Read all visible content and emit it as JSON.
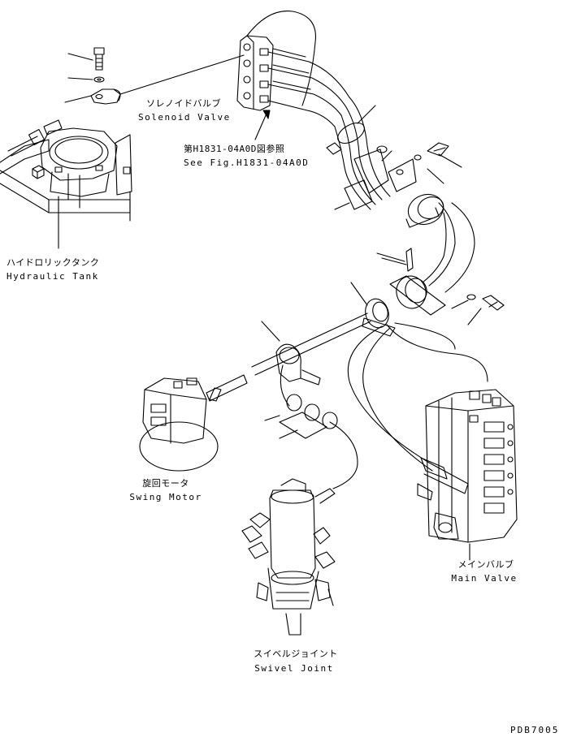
{
  "labels": {
    "solenoid_valve": {
      "jp": "ソレノイドバルブ",
      "en": "Solenoid Valve"
    },
    "see_fig": {
      "jp": "第H1831-04A0D図参照",
      "en": "See Fig.H1831-04A0D"
    },
    "hydraulic_tank": {
      "jp": "ハイドロリックタンク",
      "en": "Hydraulic Tank"
    },
    "swing_motor": {
      "jp": "旋回モータ",
      "en": "Swing Motor"
    },
    "main_valve": {
      "jp": "メインバルブ",
      "en": "Main Valve"
    },
    "swivel_joint": {
      "jp": "スイベルジョイント",
      "en": "Swivel Joint"
    }
  },
  "drawing_code": "PDB7005"
}
